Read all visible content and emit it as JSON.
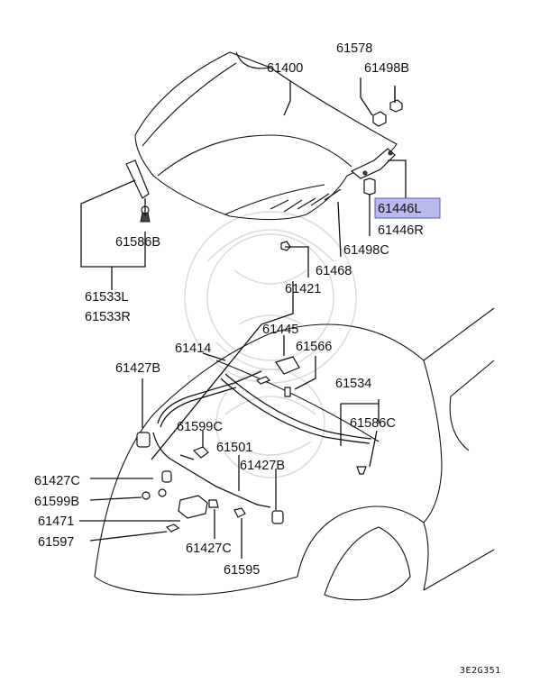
{
  "highlight_color": "#b9b9ee",
  "labels": {
    "p61400": "61400",
    "p61578": "61578",
    "p61498b": "61498B",
    "p61446l": "61446L",
    "p61446r": "61446R",
    "p61498c": "61498C",
    "p61586b": "61586B",
    "p61468": "61468",
    "p61533l": "61533L",
    "p61533r": "61533R",
    "p61421": "61421",
    "p61445": "61445",
    "p61414": "61414",
    "p61566": "61566",
    "p61427b_a": "61427B",
    "p61534": "61534",
    "p61599c": "61599C",
    "p61586c": "61586C",
    "p61501": "61501",
    "p61427c_a": "61427C",
    "p61427b_b": "61427B",
    "p61599b": "61599B",
    "p61471": "61471",
    "p61597": "61597",
    "p61427c_b": "61427C",
    "p61595": "61595"
  },
  "diagram_code": "3E2G351"
}
